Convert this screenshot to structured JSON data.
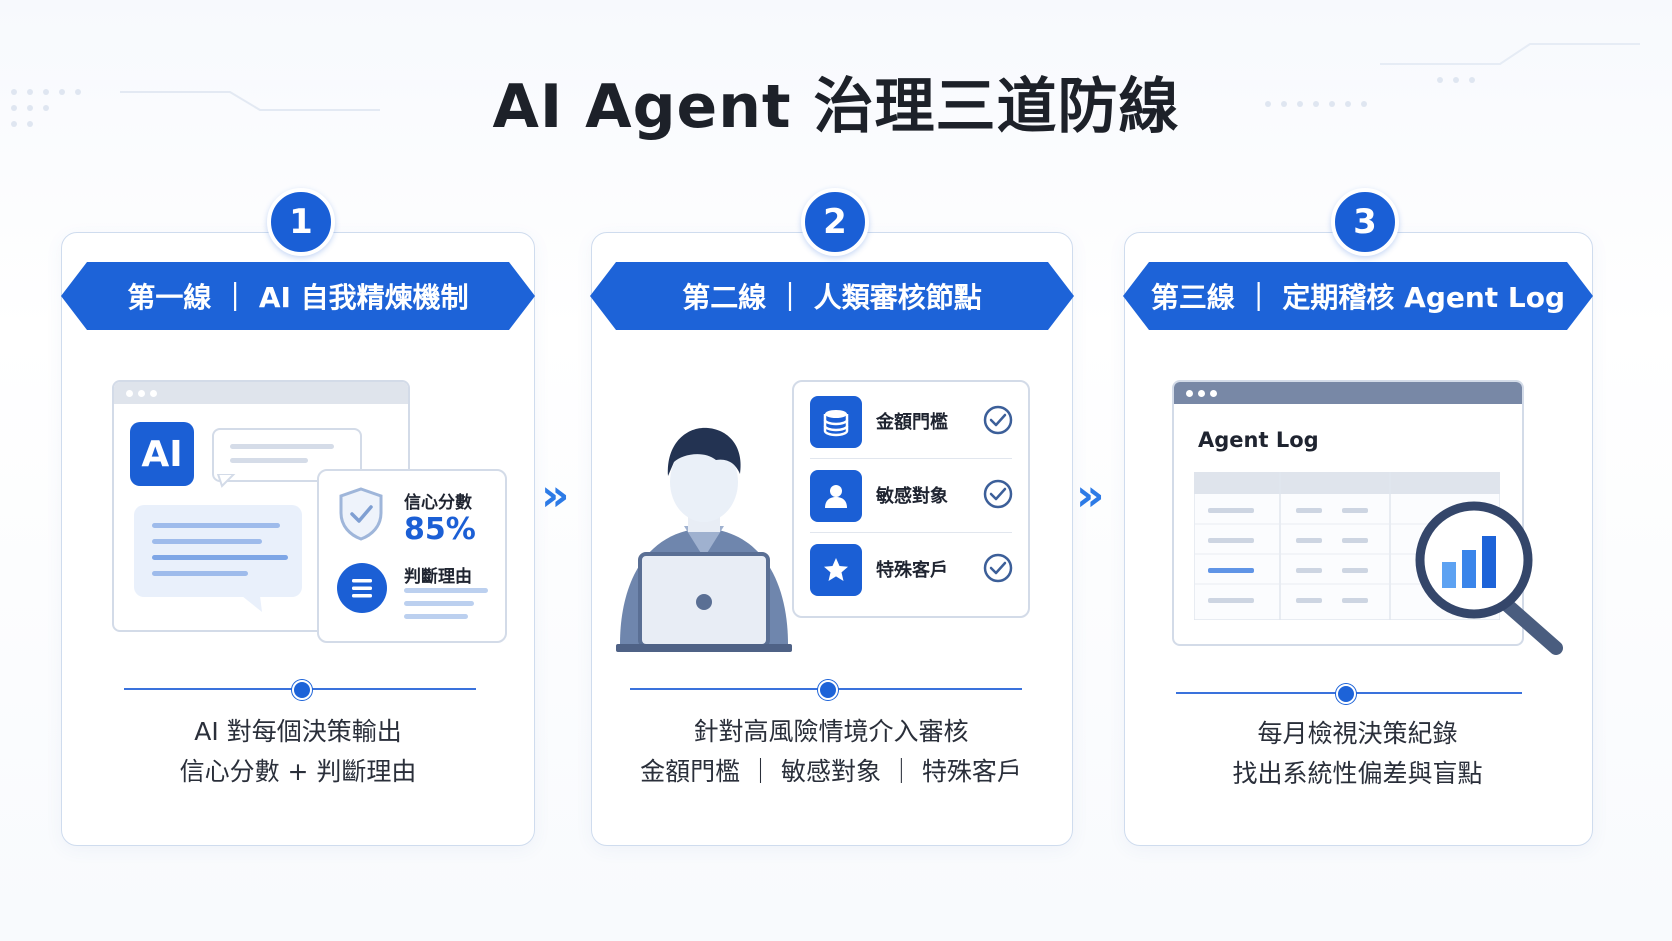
{
  "title": "AI Agent 治理三道防線",
  "colors": {
    "accent": "#1d63d8",
    "arrow": "#2d7be6",
    "panel_border": "#cfdcee"
  },
  "chevron_glyph": "»",
  "panels": [
    {
      "number": "1",
      "banner": "第一線 ｜ AI 自我精煉機制",
      "illustration": {
        "ai_badge": "AI",
        "score_label": "信心分數",
        "score_value": "85%",
        "reason_label": "判斷理由",
        "icons": [
          "shield-check-icon",
          "list-icon"
        ]
      },
      "desc_line1": "AI 對每個決策輸出",
      "desc_line2": "信心分數 + 判斷理由"
    },
    {
      "number": "2",
      "banner": "第二線 ｜ 人類審核節點",
      "illustration": {
        "checklist": [
          {
            "label": "金額門檻",
            "icon": "coins-icon"
          },
          {
            "label": "敏感對象",
            "icon": "person-icon"
          },
          {
            "label": "特殊客戶",
            "icon": "star-icon"
          }
        ]
      },
      "desc_line1": "針對高風險情境介入審核",
      "desc_line2": "金額門檻 ｜ 敏感對象 ｜ 特殊客戶"
    },
    {
      "number": "3",
      "banner": "第三線 ｜ 定期稽核 Agent Log",
      "illustration": {
        "log_title": "Agent Log",
        "icons": [
          "magnifier-chart-icon"
        ]
      },
      "desc_line1": "每月檢視決策紀錄",
      "desc_line2": "找出系統性偏差與盲點"
    }
  ]
}
